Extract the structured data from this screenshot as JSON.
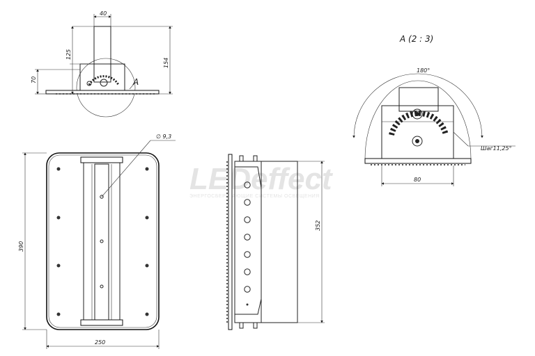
{
  "watermark": {
    "brand": "LEDeffect",
    "tagline": "ЭНЕРГОСБЕРЕГАЮЩИЕ СИСТЕМЫ ОСВЕЩЕНИЯ"
  },
  "side_view": {
    "dims": {
      "width_40": "40",
      "height_125": "125",
      "height_154": "154",
      "height_70": "70"
    },
    "callout": "A"
  },
  "front_view": {
    "dims": {
      "hole": "∅ 9,3",
      "height": "390",
      "width": "250"
    }
  },
  "profile_view": {
    "dims": {
      "height": "352"
    }
  },
  "detail_view": {
    "title": "A (2 : 3)",
    "dims": {
      "angle": "180°",
      "step": "Шаг11,25°",
      "width": "80"
    }
  }
}
